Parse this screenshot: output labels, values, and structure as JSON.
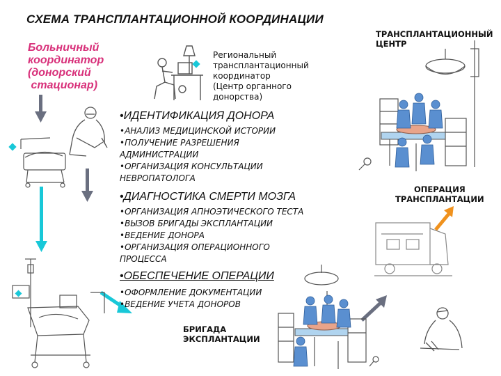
{
  "title": "СХЕМА ТРАНСПЛАНТАЦИОННОЙ КООРДИНАЦИИ",
  "hospital_coordinator": {
    "lines": [
      "Больничный",
      "координатор",
      "(донорский",
      " стационар)"
    ]
  },
  "regional_coordinator": {
    "lines": [
      "Региональный",
      "трансплантационный",
      "координатор",
      "(Центр органного",
      "донорства)"
    ]
  },
  "transplant_center": {
    "lines": [
      "ТРАНСПЛАНТАЦИОННЫЙ",
      "ЦЕНТР"
    ]
  },
  "sections": [
    {
      "heading": "•ИДЕНТИФИКАЦИЯ ДОНОРА",
      "items": [
        "•АНАЛИЗ МЕДИЦИНСКОЙ ИСТОРИИ",
        "•ПОЛУЧЕНИЕ РАЗРЕШЕНИЯ",
        "АДМИНИСТРАЦИИ",
        "•ОРГАНИЗАЦИЯ КОНСУЛЬТАЦИИ",
        "НЕВРОПАТОЛОГА"
      ]
    },
    {
      "heading": "•ДИАГНОСТИКА СМЕРТИ МОЗГА",
      "items": [
        "•ОРГАНИЗАЦИЯ АПНОЭТИЧЕСКОГО ТЕСТА",
        "•ВЫЗОВ БРИГАДЫ ЭКСПЛАНТАЦИИ",
        "•ВЕДЕНИЕ ДОНОРА",
        "•ОРГАНИЗАЦИЯ ОПЕРАЦИОННОГО",
        "ПРОЦЕССА"
      ]
    },
    {
      "heading": "•ОБЕСПЕЧЕНИЕ ОПЕРАЦИИ",
      "items": [
        "•ОФОРМЛЕНИЕ ДОКУМЕНТАЦИИ",
        "•ВЕДЕНИЕ УЧЕТА ДОНОРОВ"
      ]
    }
  ],
  "operation_label": {
    "lines": [
      "ОПЕРАЦИЯ",
      "ТРАНСПЛАНТАЦИИ"
    ]
  },
  "brigade_label": {
    "lines": [
      "БРИГАДА",
      "ЭКСПЛАНТАЦИИ"
    ]
  },
  "colors": {
    "hospital_text": "#d8307a",
    "arrow_gray": "#6a6f80",
    "arrow_cyan": "#18c8d8",
    "arrow_orange": "#f0921e",
    "gown_blue": "#5a8fd0",
    "sketch": "#555555"
  },
  "icons": [
    "coordinator-at-desk-icon",
    "doctor-writing-icon",
    "hospital-bed-icon",
    "iv-bed-icon",
    "operating-room-icon",
    "ambulance-icon",
    "magnifier-icon"
  ]
}
